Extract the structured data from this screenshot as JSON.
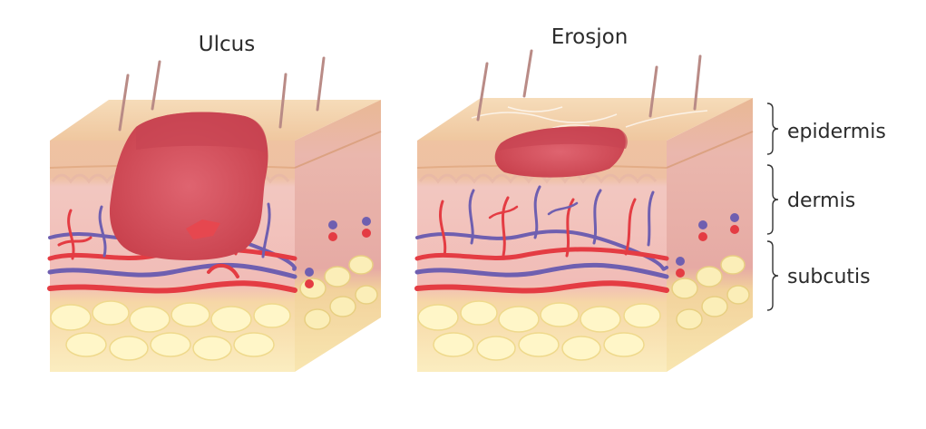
{
  "diagram": {
    "left_title": "Ulcus",
    "right_title": "Erosjon",
    "layers": [
      {
        "label": "epidermis"
      },
      {
        "label": "dermis"
      },
      {
        "label": "subcutis"
      }
    ]
  },
  "colors": {
    "skin_top": "#f3cfa7",
    "epidermis": "#f0c8a0",
    "dermis": "#f3c4bd",
    "dermis_side": "#eab4ad",
    "subcutis": "#fbeaa7",
    "fat_lobule": "#fff6c8",
    "wound": "#d9545f",
    "wound_dark": "#c23b48",
    "artery": "#e43c43",
    "vein": "#6f5fb0",
    "hair": "#b98b86"
  }
}
